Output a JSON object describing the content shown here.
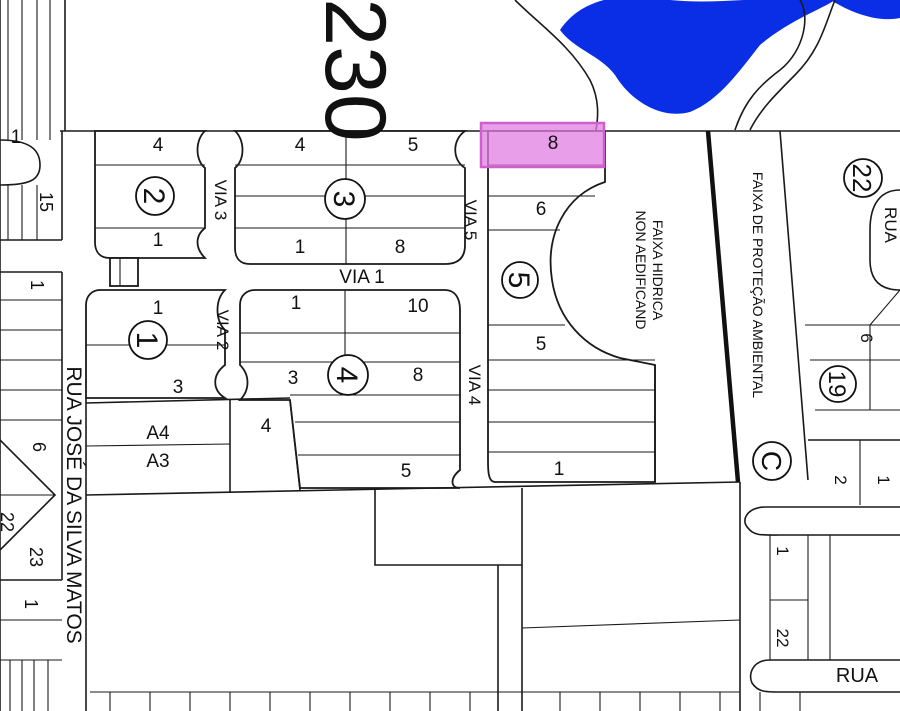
{
  "map": {
    "highway_number": "230",
    "highlight_color": "#e27ee2",
    "water_color": "#0a2ee6",
    "highlighted_lot": "8",
    "blocks": {
      "b1": "1",
      "b2": "2",
      "b3": "3",
      "b4": "4",
      "b5": "5",
      "b19": "19",
      "b22": "22",
      "bc": "C"
    },
    "roads": {
      "via1": "VIA 1",
      "via2": "VIA 2",
      "via3": "VIA 3",
      "via4": "VIA 4",
      "via5": "VIA 5",
      "rua_jose": "RUA JOSÉ DA SILVA MATOS",
      "rua_bottom": "RUA"
    },
    "zones": {
      "hidrica_line1": "FAIXA HIDRICA",
      "hidrica_line2": "NON AEDIFICAND",
      "ambiental": "FAIXA DE PROTEÇÃO AMBIENTAL"
    },
    "lots": {
      "q2_top": "4",
      "q2_bottom": "1",
      "q3_tl": "4",
      "q3_tr": "5",
      "q3_bl": "1",
      "q3_br": "8",
      "q5_6": "6",
      "q5_5": "5",
      "q5_1": "1",
      "q1_top": "1",
      "q1_bottom": "3",
      "q4_tl": "1",
      "q4_tr": "10",
      "q4_bl": "3",
      "q4_br": "8",
      "q4_bottom": "5",
      "a4": "A4",
      "a3": "A3",
      "lot_4": "4",
      "left_1": "1",
      "left_15": "15",
      "left_1b": "1",
      "left_6": "6",
      "left_22": "22",
      "left_23": "23",
      "left_1c": "1",
      "r_6": "6",
      "r_2": "2",
      "r_1": "1",
      "r_1b": "1",
      "r_22": "22",
      "r_partial": "RUA"
    }
  }
}
